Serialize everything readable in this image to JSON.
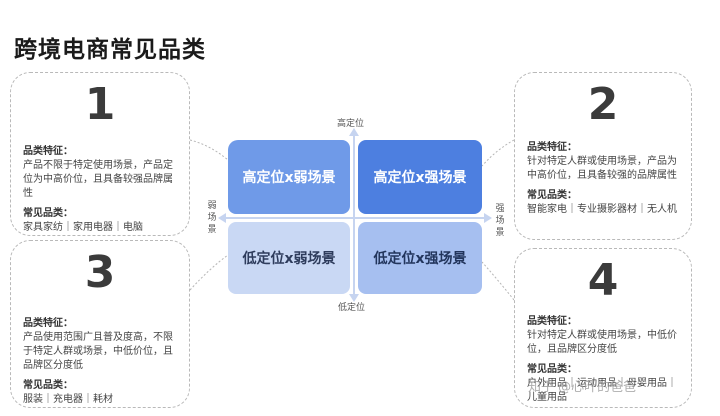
{
  "title": "跨境电商常见品类",
  "axes": {
    "top": "高定位",
    "bottom": "低定位",
    "left": "弱场景",
    "right": "强场景"
  },
  "quadrants": {
    "high_weak": "高定位x弱场景",
    "high_strong": "高定位x强场景",
    "low_weak": "低定位x弱场景",
    "low_strong": "低定位x强场景"
  },
  "cards": [
    {
      "num": "1",
      "feature_heading": "品类特征：",
      "feature_text": "产品不限于特定使用场景，产品定位为中高价位，且具备较强品牌属性",
      "common_heading": "常见品类：",
      "common_text": "家具家纺｜家用电器｜电脑"
    },
    {
      "num": "2",
      "feature_heading": "品类特征：",
      "feature_text": "针对特定人群或使用场景，产品为中高价位，且具备较强的品牌属性",
      "common_heading": "常见品类：",
      "common_text": "智能家电｜专业摄影器材｜无人机"
    },
    {
      "num": "3",
      "feature_heading": "品类特征：",
      "feature_text": "产品使用范围广且普及度高，不限于特定人群或场景，中低价位，且品牌区分度低",
      "common_heading": "常见品类：",
      "common_text": "服装｜充电器｜耗材"
    },
    {
      "num": "4",
      "feature_heading": "品类特征：",
      "feature_text": "针对特定人群或使用场景，中低价位，且品牌区分度低",
      "common_heading": "常见品类：",
      "common_text": "户外用品｜运动用品｜母婴用品｜儿童用品"
    }
  ],
  "watermark": "知乎 @心叶的爸爸"
}
